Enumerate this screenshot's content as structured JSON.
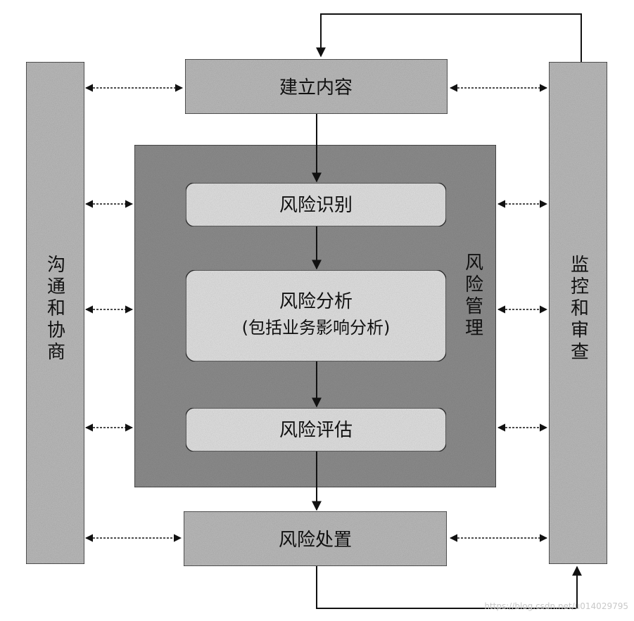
{
  "diagram": {
    "boxes": {
      "establish_context": "建立内容",
      "risk_identification": "风险识别",
      "risk_analysis": "风险分析",
      "risk_analysis_note": "(包括业务影响分析)",
      "risk_evaluation": "风险评估",
      "risk_treatment": "风险处置"
    },
    "side_labels": {
      "communication": [
        "沟",
        "通",
        "和",
        "协",
        "商"
      ],
      "risk_management": [
        "风",
        "险",
        "管",
        "理"
      ],
      "monitoring": [
        "监",
        "控",
        "和",
        "审",
        "查"
      ]
    },
    "watermark": "https://blog.csdn.net/u014029795"
  },
  "colors": {
    "outer_box": "#bdbdbd",
    "inner_panel": "#8f8f8f",
    "process_box": "#e4e4e4",
    "line": "#111111"
  }
}
